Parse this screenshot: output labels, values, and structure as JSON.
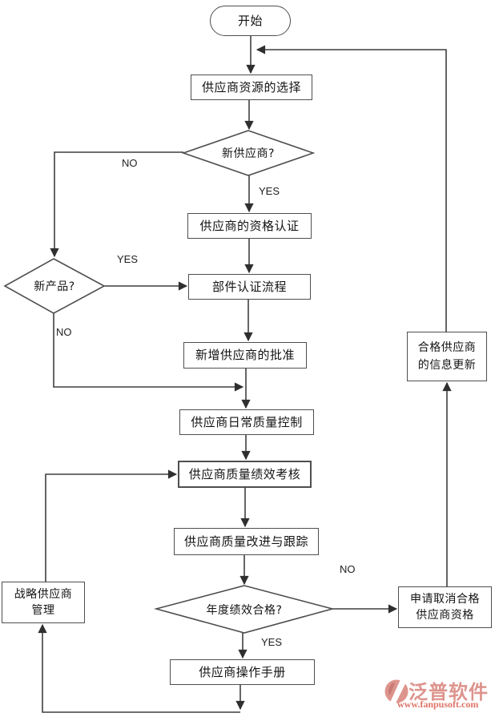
{
  "flowchart": {
    "nodes": {
      "start": {
        "label": "开始"
      },
      "supplier_resource_selection": {
        "label": "供应商资源的选择"
      },
      "new_supplier_decision": {
        "label": "新供应商?"
      },
      "supplier_qualification": {
        "label": "供应商的资格认证"
      },
      "component_certification": {
        "label": "部件认证流程"
      },
      "new_product_decision": {
        "label": "新产品?"
      },
      "new_supplier_approval": {
        "label": "新增供应商的批准"
      },
      "daily_quality_control": {
        "label": "供应商日常质量控制"
      },
      "quality_performance_assessment": {
        "label": "供应商质量绩效考核"
      },
      "quality_improvement_tracking": {
        "label": "供应商质量改进与跟踪"
      },
      "annual_performance_decision": {
        "label": "年度绩效合格?"
      },
      "supplier_operation_manual": {
        "label": "供应商操作手册"
      },
      "strategic_supplier_management": {
        "line1": "战略供应商",
        "line2": "管理"
      },
      "qualified_supplier_info_update": {
        "line1": "合格供应商",
        "line2": "的信息更新"
      },
      "cancel_qualification_request": {
        "line1": "申请取消合格",
        "line2": "供应商资格"
      }
    },
    "edge_labels": {
      "new_supplier_no": "NO",
      "new_supplier_yes": "YES",
      "new_product_yes": "YES",
      "new_product_no": "NO",
      "annual_performance_no": "NO",
      "annual_performance_yes": "YES"
    }
  },
  "watermark": {
    "brand": "泛普软件",
    "url": "www.fanpusoft.com"
  },
  "colors": {
    "line_color": "#3f3f3f",
    "border_color": "#4f4f4f",
    "text_color": "#141414",
    "brand_color": "#dd948d",
    "url_color": "#df7468",
    "bg_color": "#ffffff"
  }
}
